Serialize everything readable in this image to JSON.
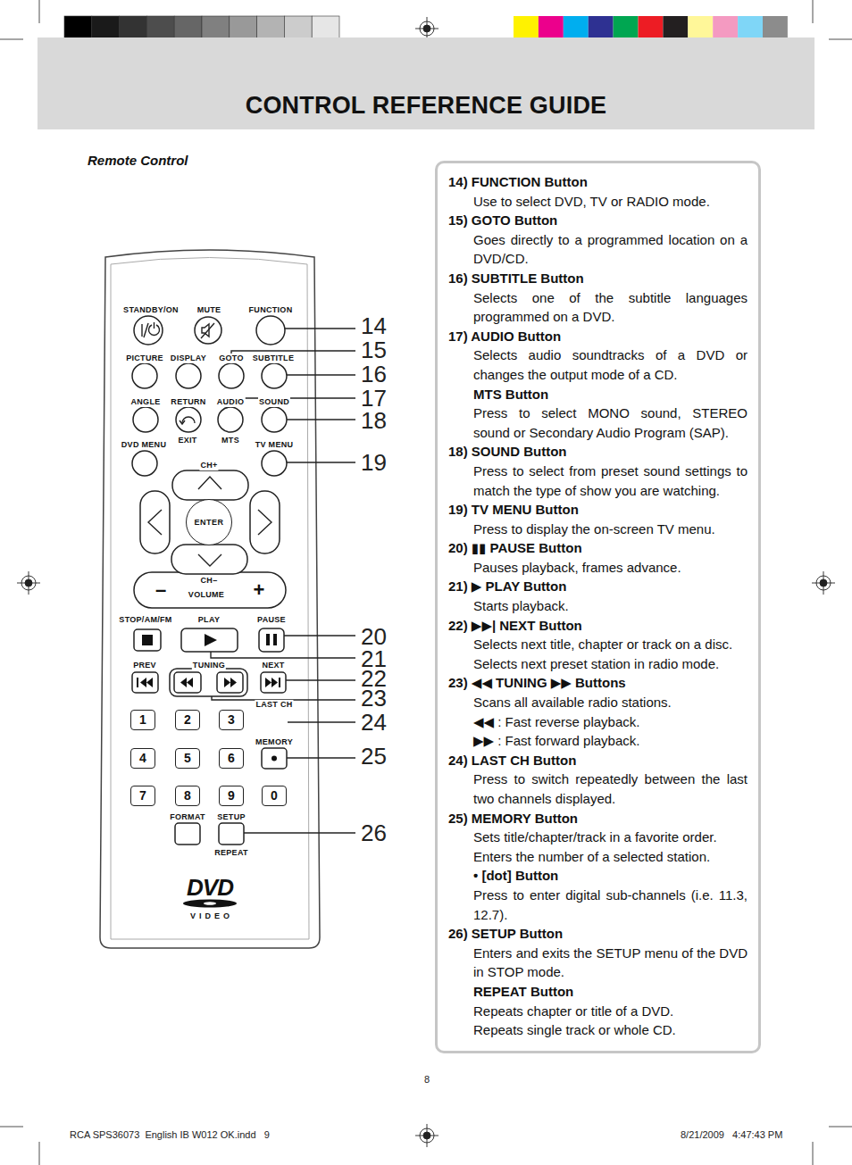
{
  "diagram": {
    "title": "CONTROL REFERENCE GUIDE",
    "nodes": [
      {
        "text": [
          "ENTER"
        ]
      },
      {
        "text": [
          "1"
        ]
      },
      {
        "text": [
          "2"
        ]
      },
      {
        "text": [
          "3"
        ]
      },
      {
        "text": [
          "4"
        ]
      },
      {
        "text": [
          "5"
        ]
      },
      {
        "text": [
          "6"
        ]
      },
      {
        "text": [
          "7"
        ]
      },
      {
        "text": [
          "8"
        ]
      },
      {
        "text": [
          "9"
        ]
      },
      {
        "text": [
          "0"
        ]
      },
      {
        "text": [
          "14) FUNCTION Button",
          "Use to select DVD, TV or RADIO mode.",
          "15) GOTO Button",
          "Goes directly to a programmed location on a DVD/CD.",
          "16) SUBTITLE Button",
          "Selects one of the subtitle languages programmed on a DVD.",
          "17) AUDIO Button",
          "Selects audio soundtracks of a DVD or changes the output mode of a CD.",
          "MTS Button",
          "Press to select MONO sound, STEREO sound or Secondary Audio Program (SAP).",
          "18) SOUND Button",
          "Press to select from preset sound settings to match the type of show you are watching.",
          "19) TV MENU Button",
          "Press to display the on-screen TV menu.",
          "20) ▮▮ PAUSE Button",
          "Pauses playback, frames advance.",
          "21) ▶ PLAY Button",
          "Starts playback.",
          "22) ▶▶| NEXT Button",
          "Selects next title, chapter or track on a disc.",
          "Selects next preset station in radio mode.",
          "23) ◀◀ TUNING ▶▶ Buttons",
          "Scans all available radio stations.",
          "◀◀ : Fast reverse playback.",
          "▶▶ : Fast forward playback.",
          "24) LAST CH Button",
          "Press to switch repeatedly between the last two channels displayed.",
          "25) MEMORY Button",
          "Sets title/chapter/track in a favorite order.",
          "Enters the number of a selected station.",
          "• [dot] Button",
          "Press to enter digital sub-channels (i.e. 11.3, 12.7).",
          "26) SETUP Button",
          "Enters and exits the SETUP menu of the DVD in STOP mode.",
          "REPEAT Button",
          "Repeats chapter or title of a DVD.",
          "Repeats single track or whole CD."
        ]
      }
    ],
    "labels": [
      "Remote Control",
      "STANDBY/ON",
      "MUTE",
      "FUNCTION",
      "PICTURE",
      "DISPLAY",
      "GOTO",
      "SUBTITLE",
      "ANGLE",
      "RETURN",
      "AUDIO",
      "SOUND",
      "EXIT",
      "MTS",
      "DVD MENU",
      "TV MENU",
      "CH+",
      "CH–",
      "–",
      "VOLUME",
      "+",
      "STOP/AM/FM",
      "PLAY",
      "PAUSE",
      "PREV",
      "TUNING",
      "NEXT",
      "LAST CH",
      "MEMORY",
      "FORMAT",
      "SETUP",
      "REPEAT",
      "DVD",
      "VIDEO",
      "14",
      "15",
      "16",
      "17",
      "18",
      "19",
      "20",
      "21",
      "22",
      "23",
      "24",
      "25",
      "26",
      "8",
      "RCA SPS36073  English IB W012 OK.indd   9",
      "8/21/2009   4:47:43 PM"
    ]
  }
}
